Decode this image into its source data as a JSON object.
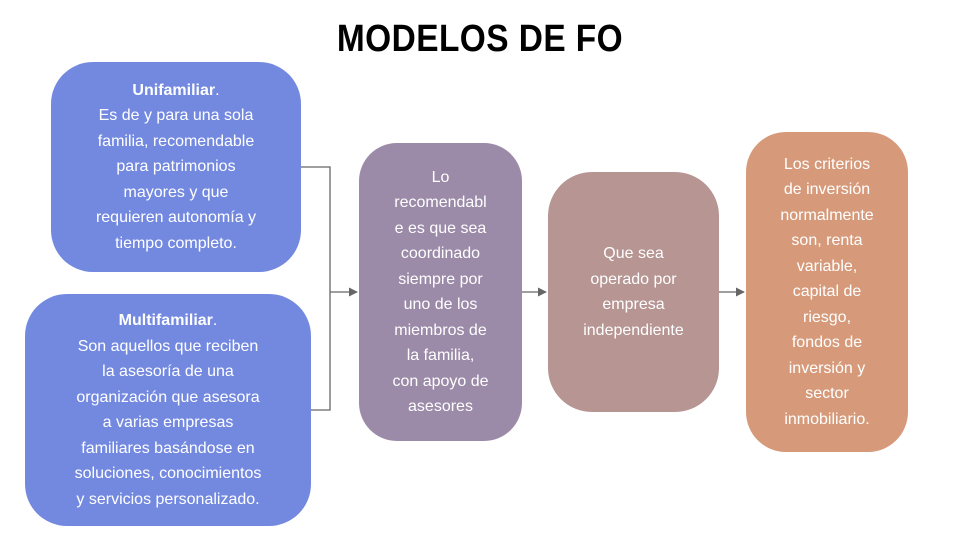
{
  "title": "MODELOS DE FO",
  "colors": {
    "unifamiliar": "#7389e0",
    "multifamiliar": "#7389e0",
    "recomendable": "#9b8aa8",
    "operado": "#b69593",
    "criterios": "#d69a7a",
    "connector": "#666666"
  },
  "nodes": {
    "unifamiliar": {
      "heading": "Unifamiliar",
      "heading_suffix": ".",
      "text": "Es de y para una sola\nfamilia, recomendable\npara patrimonios\nmayores y que\nrequieren autonomía  y\ntiempo completo."
    },
    "multifamiliar": {
      "heading": "Multifamiliar",
      "heading_suffix": ".",
      "text": "Son aquellos que reciben\nla asesoría de una\norganización  que asesora\na varias empresas\nfamiliares basándose  en\nsoluciones, conocimientos\ny servicios personalizado."
    },
    "recomendable": {
      "text": "Lo\nrecomendabl\ne es que sea\ncoordinado\nsiempre por\nuno de los\nmiembros de\nla familia,\ncon apoyo de\nasesores"
    },
    "operado": {
      "text": "Que sea\noperado por\nempresa\nindependiente"
    },
    "criterios": {
      "text": "Los criterios\nde inversión\nnormalmente\nson, renta\nvariable,\ncapital de\nriesgo,\nfondos de\ninversión y\nsector\ninmobiliario."
    }
  }
}
